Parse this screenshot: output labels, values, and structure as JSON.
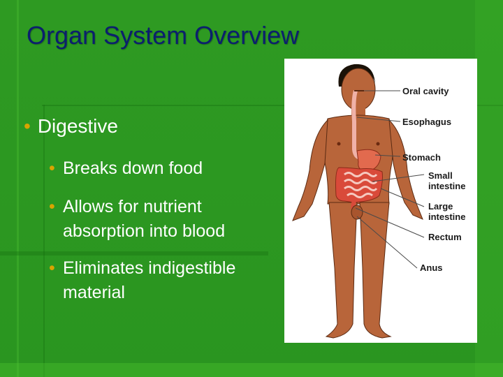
{
  "slide": {
    "title": "Organ System Overview",
    "bullets": {
      "main": "Digestive",
      "subs": [
        "Breaks down food",
        "Allows for nutrient absorption into blood",
        "Eliminates indigestible material"
      ]
    }
  },
  "figure": {
    "labels": {
      "oral_cavity": "Oral cavity",
      "esophagus": "Esophagus",
      "stomach": "Stomach",
      "small_intestine": "Small intestine",
      "large_intestine": "Large intestine",
      "rectum": "Rectum",
      "anus": "Anus"
    }
  },
  "colors": {
    "background": "#2e9a22",
    "title": "#0b1f6e",
    "bullet_text": "#ffffff",
    "bullet_marker": "#d9a400",
    "skin": "#b8653a",
    "organs": "#d94a3a"
  }
}
